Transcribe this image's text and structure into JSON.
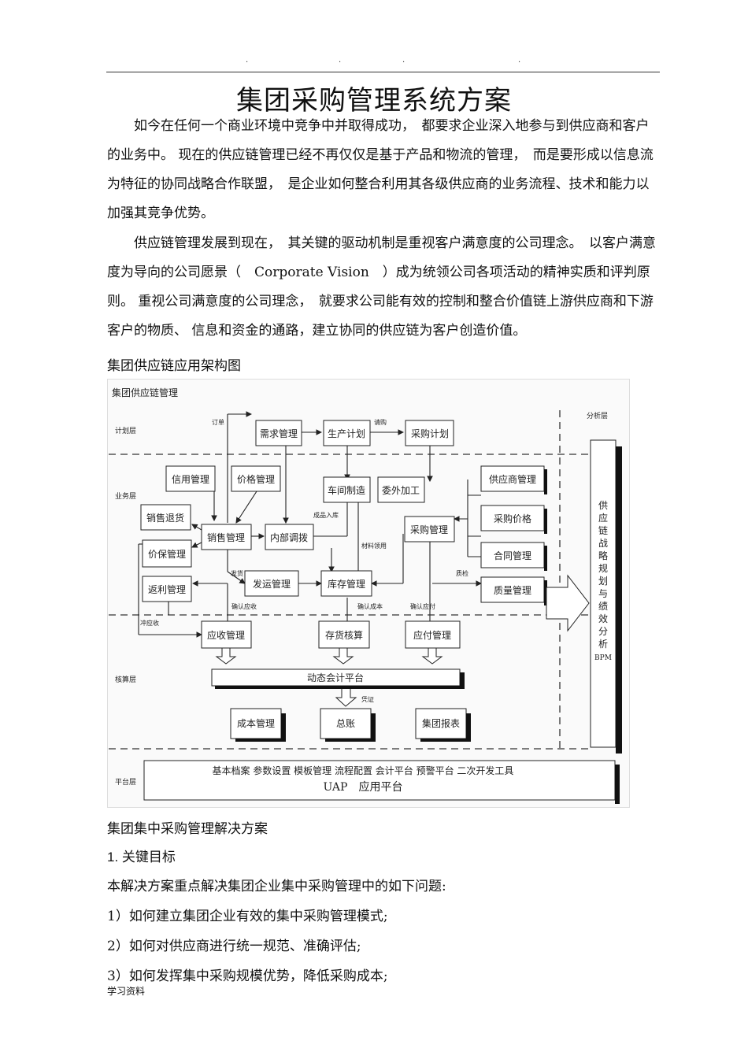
{
  "header": {
    "dots": [
      "·",
      "·",
      "·",
      "·"
    ]
  },
  "title": "集团采购管理系统方案",
  "paragraphs": [
    "如今在任何一个商业环境中竞争中并取得成功，　都要求企业深入地参与到供应商和客户的业务中。 现在的供应链管理已经不再仅仅是基于产品和物流的管理，　而是要形成以信息流为特征的协同战略合作联盟，　是企业如何整合利用其各级供应商的业务流程、技术和能力以加强其竞争优势。",
    "供应链管理发展到现在，　其关键的驱动机制是重视客户满意度的公司理念。　以客户满意度为导向的公司愿景（　Corporate Vision　）成为统领公司各项活动的精神实质和评判原则。 重视公司满意度的公司理念，　就要求公司能有效的控制和整合价值链上游供应商和下游客户的物质、 信息和资金的通路，建立协同的供应链为客户创造价值。"
  ],
  "diagram_caption": "集团供应链应用架构图",
  "diagram": {
    "title": "集团供应链管理",
    "layers": {
      "plan": "计划层",
      "business": "业务层",
      "accounting": "核算层",
      "platform": "平台层",
      "analysis": "分析层"
    },
    "boxes": {
      "demand": "需求管理",
      "production_plan": "生产计划",
      "purchase_plan": "采购计划",
      "credit": "信用管理",
      "price": "价格管理",
      "workshop": "车间制造",
      "outsource": "委外加工",
      "supplier": "供应商管理",
      "sales_return": "销售退货",
      "sales": "销售管理",
      "internal": "内部调拨",
      "purchase": "采购管理",
      "purchase_price": "采购价格",
      "price_protect": "价保管理",
      "contract": "合同管理",
      "rebate": "返利管理",
      "shipping": "发运管理",
      "inventory": "库存管理",
      "quality": "质量管理",
      "receivable": "应收管理",
      "stock_acct": "存货核算",
      "payable": "应付管理",
      "cost": "成本管理",
      "ledger": "总账",
      "group_report": "集团报表"
    },
    "bar": "动态会计平台",
    "arrow_labels": {
      "order": "订单",
      "request": "请购",
      "finished_in": "成品入库",
      "material": "材料领用",
      "ship": "发货",
      "qc": "质检",
      "confirm_receivable": "确认应收",
      "confirm_cost": "确认成本",
      "confirm_payable": "确认应付",
      "offset": "冲应收",
      "voucher": "凭证"
    },
    "bpm": [
      "供",
      "应",
      "链",
      "战",
      "略",
      "规",
      "划",
      "与",
      "绩",
      "效",
      "分",
      "析",
      "BPM"
    ],
    "platform_tools": "基本档案  参数设置  模板管理  流程配置  会计平台  预警平台  二次开发工具",
    "platform_name": "UAP　应用平台"
  },
  "section_title": "集团集中采购管理解决方案",
  "key_goal": "1. 关键目标",
  "intro": "本解决方案重点解决集团企业集中采购管理中的如下问题:",
  "items": [
    "1）如何建立集团企业有效的集中采购管理模式;",
    "2）如何对供应商进行统一规范、准确评估;",
    "3）如何发挥集中采购规模优势，降低采购成本;"
  ],
  "footer": "学习资料"
}
